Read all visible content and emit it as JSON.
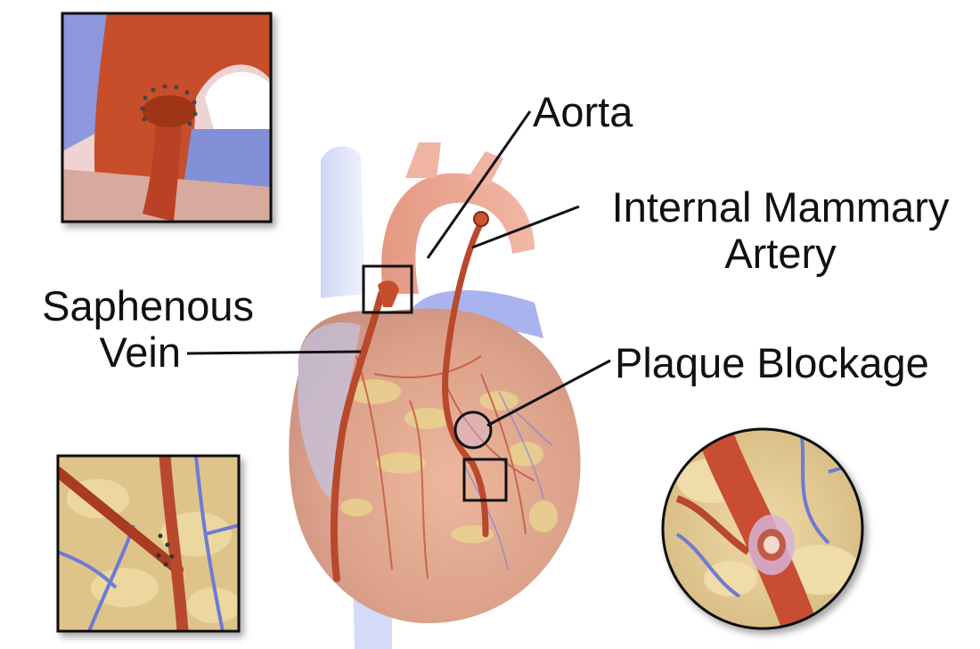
{
  "labels": {
    "aorta": "Aorta",
    "internal_mammary": {
      "line1": "Internal Mammary",
      "line2": "Artery"
    },
    "saphenous": {
      "line1": "Saphenous",
      "line2": "Vein"
    },
    "plaque": "Plaque Blockage"
  },
  "colors": {
    "artery": "#c9452a",
    "artery_dark": "#8e2a17",
    "vein": "#8b95e0",
    "heart_muscle": "#e2a98f",
    "fat": "#e8cf8a",
    "frame": "#111111",
    "leader_line": "#111111"
  },
  "insets": [
    {
      "name": "inset-graft-anastomosis-aorta",
      "frame": "square"
    },
    {
      "name": "inset-bypass-graft-coronary",
      "frame": "square"
    },
    {
      "name": "inset-plaque-blockage",
      "frame": "circle"
    }
  ]
}
